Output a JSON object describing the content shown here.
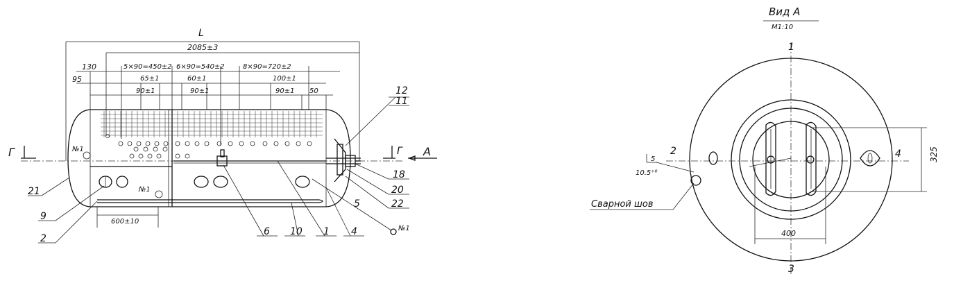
{
  "left_view": {
    "dims": {
      "overall": "L",
      "length": "2085±3",
      "d130": "130",
      "d95": "95",
      "pitch1": "5×90=450±2",
      "pitch2": "6×90=540±2",
      "pitch3": "8×90=720±2",
      "d65": "65±1",
      "d60": "60±1",
      "d100": "100±1",
      "d90a": "90±1",
      "d90b": "90±1",
      "d90c": "90±1",
      "d50": "50",
      "d600": "600±10"
    },
    "section_left": "Г",
    "section_right": "Г",
    "arrow_view": "А",
    "inner_labels": [
      "№1",
      "№1"
    ],
    "callouts": [
      "12",
      "11",
      "18",
      "20",
      "22",
      "5",
      "21",
      "9",
      "2",
      "6",
      "10",
      "1",
      "4"
    ],
    "external_ref": "№1"
  },
  "right_view": {
    "title": "Вид А",
    "scale": "М1:10",
    "axis_top": "1",
    "axis_bottom": "3",
    "axis_left": "2",
    "axis_right": "4",
    "dim_vertical": "325",
    "dim_horizontal": "400",
    "weld_leg": "5",
    "tolerance": "10.5⁺⁰",
    "weld_label": "Сварной шов"
  }
}
